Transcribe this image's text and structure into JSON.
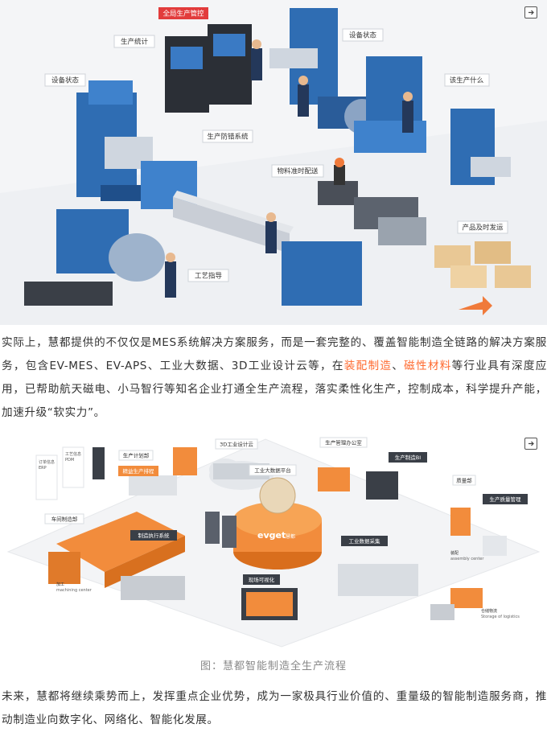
{
  "figure1": {
    "labels": {
      "global_control": "全局生产管控",
      "production_stats": "生产统计",
      "equipment_status_top": "设备状态",
      "equipment_status_left": "设备状态",
      "what_to_produce": "该生产什么",
      "error_proofing": "生产防错系统",
      "material_delivery": "物料准时配送",
      "shipping": "产品及时发运",
      "process_guide": "工艺指导"
    }
  },
  "paragraph1": {
    "part1": "实际上，慧都提供的不仅仅是MES系统解决方案服务，而是一套完整的、覆盖智能制造全链路的解决方案服务，包含EV-MES、EV-APS、工业大数据、3D工业设计云等，在",
    "highlight1": "装配制造",
    "sep": "、",
    "highlight2": "磁性材料",
    "part2": "等行业具有深度应用，已帮助航天磁电、小马智行等知名企业打通全生产流程，落实柔性化生产，控制成本，科学提升产能，加速升级“软实力”。"
  },
  "figure2": {
    "labels": {
      "erp": "订单信息\nERP",
      "pdm": "工艺信息\nPDM",
      "production_plan": "生产计划部",
      "lean_scheduling": "精益生产排程",
      "cloud_3d": "3D工业设计云",
      "big_data": "工业大数据平台",
      "mgmt_office": "生产管理办公室",
      "production_bi": "生产制造BI",
      "quality_dept": "质量部",
      "quality_mgmt": "生产质量管理",
      "workshop": "车间制造部",
      "mes": "制造执行系统",
      "data_collection": "工业数据采集",
      "visualization": "现场可视化",
      "machining": "加工",
      "machining_en": "machining center",
      "assembly": "装配",
      "assembly_en": "assembly center",
      "logistics": "仓储物流",
      "logistics_en": "Storage of logistics",
      "brand": "evget",
      "brand_cn": "慧都"
    }
  },
  "caption": "图：慧都智能制造全生产流程",
  "paragraph2": "未来，慧都将继续乘势而上，发挥重点企业优势，成为一家极具行业价值的、重量级的智能制造服务商，推动制造业向数字化、网络化、智能化发展。",
  "colors": {
    "accent": "#ff6a2f",
    "text": "#333333",
    "caption": "#888888",
    "machine_blue": "#2f6db3"
  }
}
